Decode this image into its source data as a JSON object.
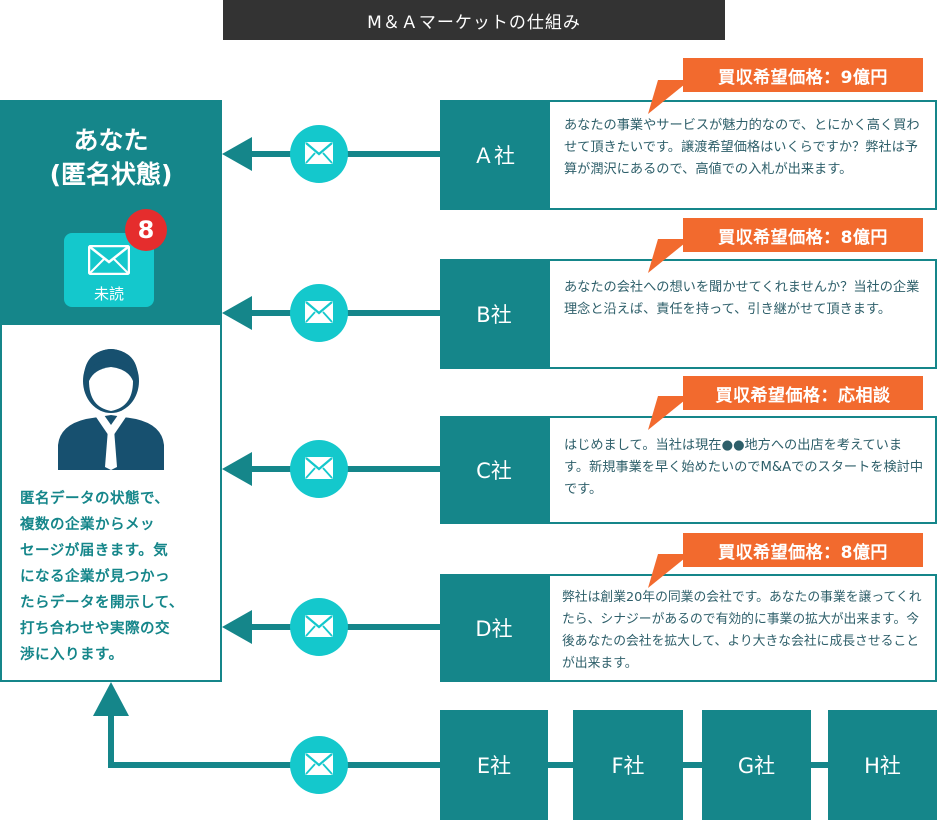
{
  "title": "M＆Ａマーケットの仕組み",
  "you": {
    "title_line1": "あなた",
    "title_line2": "(匿名状態)",
    "unread_label": "未読",
    "unread_count": "8",
    "description": [
      "匿名データの状態で、",
      "複数の企業からメッ",
      "セージが届きます。気",
      "になる企業が見つかっ",
      "たらデータを開示して、",
      "打ち合わせや実際の交",
      "渉に入ります。"
    ]
  },
  "offers": [
    {
      "company": "Ａ社",
      "price": "買収希望価格：9億円",
      "message": "あなたの事業やサービスが魅力的なので、とにかく高く買わせて頂きたいです。譲渡希望価格はいくらですか？弊社は予算が潤沢にあるので、高値での入札が出来ます。"
    },
    {
      "company": "B社",
      "price": "買収希望価格：8億円",
      "message": "あなたの会社への想いを聞かせてくれませんか？当社の企業理念と沿えば、責任を持って、引き継がせて頂きます。"
    },
    {
      "company": "C社",
      "price": "買収希望価格：応相談",
      "message": "はじめまして。当社は現在●●地方への出店を考えています。新規事業を早く始めたいのでM&Aでのスタートを検討中です。"
    },
    {
      "company": "D社",
      "price": "買収希望価格：8億円",
      "message": "弊社は創業20年の同業の会社です。あなたの事業を譲ってくれたら、シナジーがあるので有効的に事業の拡大が出来ます。今後あなたの会社を拡大して、より大きな会社に成長させることが出来ます。"
    }
  ],
  "other_companies": [
    "E社",
    "F社",
    "G社",
    "H社"
  ],
  "colors": {
    "teal_dark": "#15868a",
    "teal_light": "#14c8cc",
    "orange": "#f26a2e",
    "badge_red": "#e52d2d",
    "title_bg": "#333333"
  }
}
